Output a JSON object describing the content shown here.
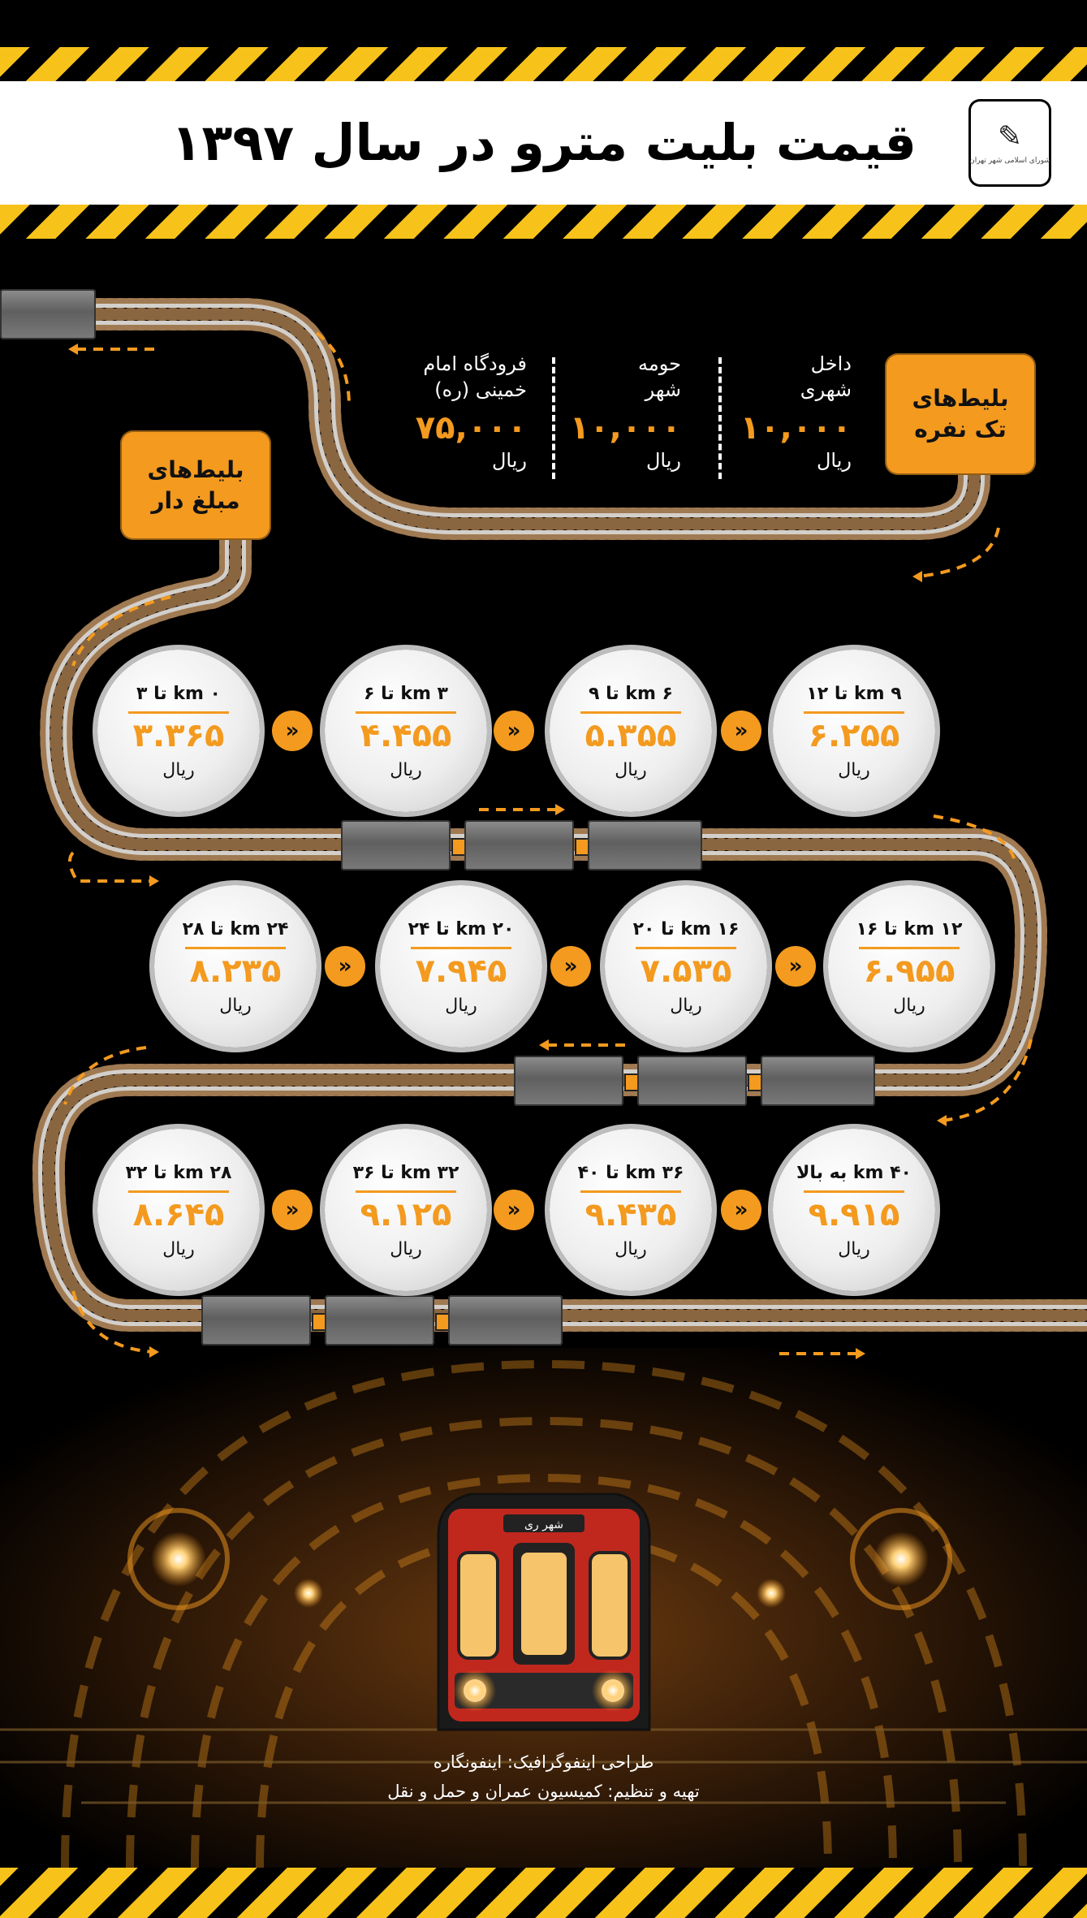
{
  "title": "قیمت بلیت مترو در سال ۱۳۹۷",
  "logo": {
    "caption": "شورای اسلامی شهر تهران"
  },
  "single_badge": {
    "line1": "بلیط‌های",
    "line2": "تک نفره"
  },
  "stored_badge": {
    "line1": "بلیط‌های",
    "line2": "مبلغ دار"
  },
  "single_fares": [
    {
      "name1": "داخل",
      "name2": "شهری",
      "price": "۱۰,۰۰۰",
      "unit": "ریال"
    },
    {
      "name1": "حومه",
      "name2": "شهر",
      "price": "۱۰,۰۰۰",
      "unit": "ریال"
    },
    {
      "name1": "فرودگاه امام",
      "name2": "خمینی (ره)",
      "price": "۷۵,۰۰۰",
      "unit": "ریال"
    }
  ],
  "distance_fares": [
    {
      "range": "km ۹ تا ۱۲",
      "value": "۶.۲۵۵",
      "unit": "ریال"
    },
    {
      "range": "km ۶ تا ۹",
      "value": "۵.۳۵۵",
      "unit": "ریال"
    },
    {
      "range": "km ۳ تا ۶",
      "value": "۴.۴۵۵",
      "unit": "ریال"
    },
    {
      "range": "km ۰ تا ۳",
      "value": "۳.۳۶۵",
      "unit": "ریال"
    },
    {
      "range": "km ۱۲ تا ۱۶",
      "value": "۶.۹۵۵",
      "unit": "ریال"
    },
    {
      "range": "km ۱۶ تا ۲۰",
      "value": "۷.۵۳۵",
      "unit": "ریال"
    },
    {
      "range": "km ۲۰ تا ۲۴",
      "value": "۷.۹۴۵",
      "unit": "ریال"
    },
    {
      "range": "km ۲۴ تا ۲۸",
      "value": "۸.۲۳۵",
      "unit": "ریال"
    },
    {
      "range": "km ۴۰ به بالا",
      "value": "۹.۹۱۵",
      "unit": "ریال"
    },
    {
      "range": "km ۳۶ تا ۴۰",
      "value": "۹.۴۳۵",
      "unit": "ریال"
    },
    {
      "range": "km ۳۲ تا ۳۶",
      "value": "۹.۱۲۵",
      "unit": "ریال"
    },
    {
      "range": "km ۲۸ تا ۳۲",
      "value": "۸.۶۴۵",
      "unit": "ریال"
    }
  ],
  "arrow_glyph": "«",
  "train_sign": "شهر ری",
  "credits": {
    "design": "طراحی اینفوگرافیک: اینفونگاره",
    "prepared": "تهیه و تنظیم: کمیسیون عمران و حمل و نقل"
  },
  "colors": {
    "accent": "#f39a1f",
    "hazard_yellow": "#f7c21a",
    "background": "#000000",
    "train_red": "#c0281e"
  }
}
